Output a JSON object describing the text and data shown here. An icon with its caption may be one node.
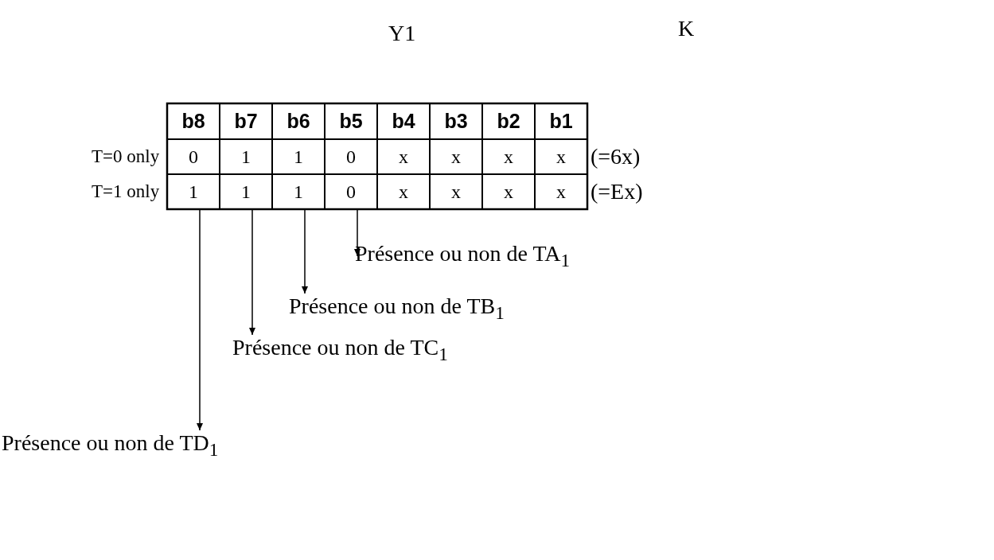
{
  "diagram": {
    "nodes": [
      {
        "text": [
          "1"
        ]
      },
      {
        "text": [
          "1"
        ]
      },
      {
        "text": [
          "1"
        ]
      },
      {
        "text": [
          "0"
        ]
      },
      {
        "text": [
          "Présence ou non de TA$_{1}$"
        ]
      },
      {
        "text": [
          "Présence ou non de TB$_{1}$"
        ]
      },
      {
        "text": [
          "Présence ou non de TC$_{1}$"
        ]
      },
      {
        "text": [
          "Présence ou non de TD$_{1}$"
        ]
      }
    ],
    "edges": [
      {
        "from": 3,
        "to": 4,
        "arrow": "to"
      },
      {
        "from": 2,
        "to": 5,
        "arrow": "to"
      },
      {
        "from": 1,
        "to": 6,
        "arrow": "to"
      },
      {
        "from": 0,
        "to": 7,
        "arrow": "to"
      }
    ],
    "labels": [
      "Y1",
      "K",
      "b8",
      "b7",
      "b6",
      "b5",
      "b4",
      "b3",
      "b2",
      "b1",
      "T=0 only",
      "0",
      "1",
      "1",
      "0",
      "x",
      "x",
      "x",
      "x",
      "(=6x)",
      "T=1 only",
      "x",
      "x",
      "x",
      "x",
      "(=Ex)"
    ]
  }
}
